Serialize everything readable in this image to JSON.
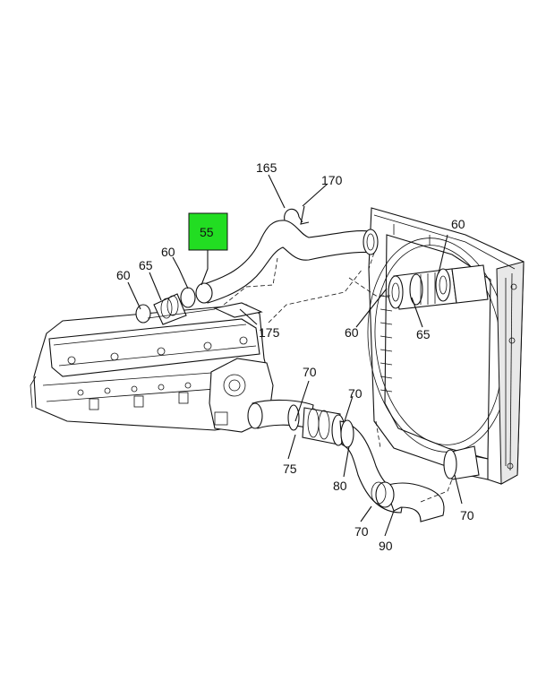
{
  "diagram": {
    "highlight_color": "#22dd22",
    "highlighted_callout": "55",
    "callouts": [
      {
        "id": "c165",
        "label": "165"
      },
      {
        "id": "c170",
        "label": "170"
      },
      {
        "id": "c55",
        "label": "55"
      },
      {
        "id": "c60a",
        "label": "60"
      },
      {
        "id": "c65a",
        "label": "65"
      },
      {
        "id": "c60b",
        "label": "60"
      },
      {
        "id": "c175",
        "label": "175"
      },
      {
        "id": "c60c",
        "label": "60"
      },
      {
        "id": "c60d",
        "label": "60"
      },
      {
        "id": "c65b",
        "label": "65"
      },
      {
        "id": "c70a",
        "label": "70"
      },
      {
        "id": "c70b",
        "label": "70"
      },
      {
        "id": "c75",
        "label": "75"
      },
      {
        "id": "c80",
        "label": "80"
      },
      {
        "id": "c70c",
        "label": "70"
      },
      {
        "id": "c70d",
        "label": "70"
      },
      {
        "id": "c90",
        "label": "90"
      }
    ]
  }
}
